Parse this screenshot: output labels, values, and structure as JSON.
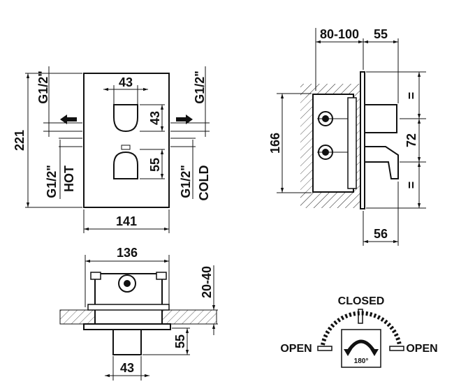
{
  "front_view": {
    "label_top_left": "G1/2\"",
    "label_top_right": "G1/2\"",
    "label_bottom_left": "G1/2\"",
    "label_bottom_right": "G1/2\"",
    "hot": "HOT",
    "cold": "COLD",
    "dim_height": "221",
    "dim_width": "141",
    "dim_handle_width": "43",
    "dim_handle_height_1": "43",
    "dim_handle_height_2": "55"
  },
  "side_view": {
    "dim_depth_range": "80-100",
    "dim_top_right": "55",
    "dim_height": "166",
    "dim_spacing": "72",
    "eq_top": "=",
    "eq_bottom": "=",
    "dim_bottom": "56"
  },
  "top_view": {
    "dim_width": "136",
    "dim_depth": "20-40",
    "dim_protrusion": "55",
    "dim_stem": "43"
  },
  "rotation_diagram": {
    "closed": "CLOSED",
    "open_left": "OPEN",
    "open_right": "OPEN",
    "angle": "180°"
  }
}
